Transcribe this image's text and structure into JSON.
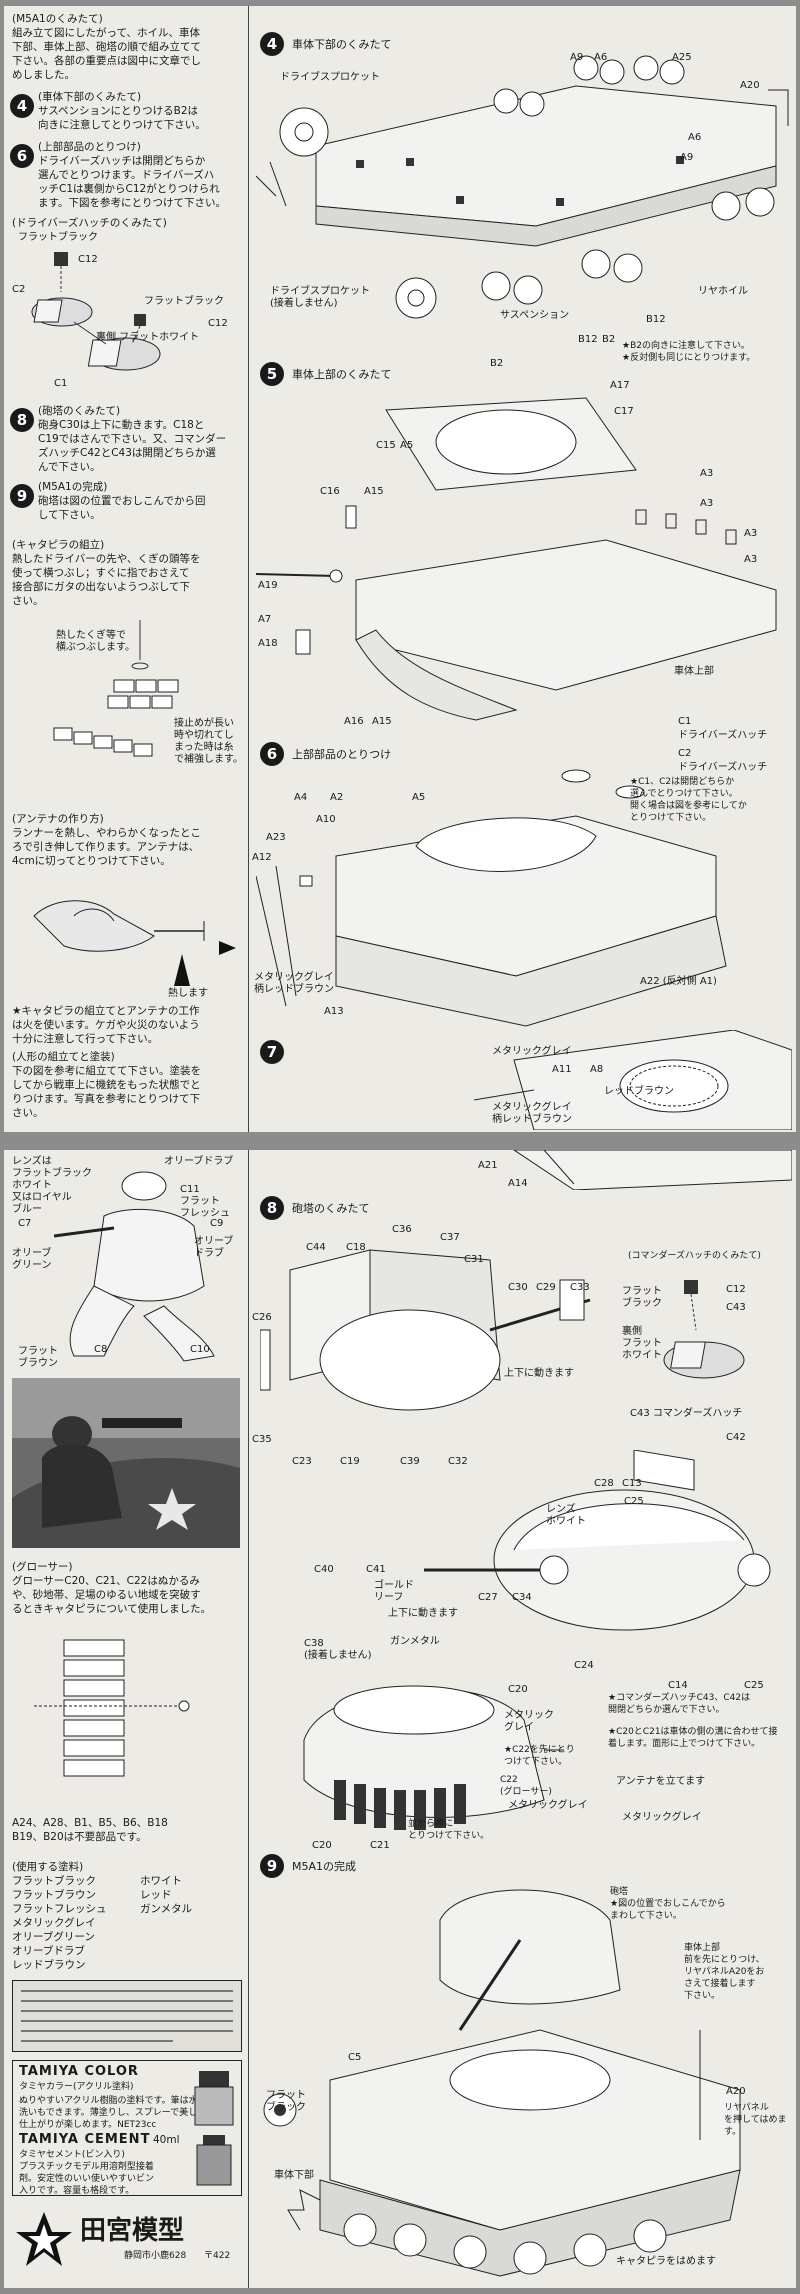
{
  "page1": {
    "left": {
      "intro_title": "(M5A1のくみたて)",
      "intro_body": "組み立て図にしたがって、ホイル、車体\n下部、車体上部、砲塔の順で組み立てて\n下さい。各部の重要点は図中に文章でし\nめしました。",
      "step4_num": "4",
      "step4_title": "(車体下部のくみたて)",
      "step4_body": "サスペンションにとりつけるB2は\n向きに注意してとりつけて下さい。",
      "step6_num": "6",
      "step6_title": "(上部部品のとりつけ)",
      "step6_body": "ドライバーズハッチは開閉どちらか\n選んでとりつけます。ドライバーズハ\nッチC1は裏側からC12がとりつけられ\nます。下図を参考にとりつけて下さい。",
      "hatch_title": "(ドライバーズハッチのくみたて)",
      "hatch_labels": [
        "フラットブラック",
        "C12",
        "C2",
        "フラットブラック",
        "C12",
        "裏側 フラットホワイト",
        "C1"
      ],
      "step8_num": "8",
      "step8_title": "(砲塔のくみたて)",
      "step8_body": "砲身C30は上下に動きます。C18と\nC19ではさんで下さい。又、コマンダー\nズハッチC42とC43は開閉どちらか選\nんで下さい。",
      "step9_num": "9",
      "step9_title": "(M5A1の完成)",
      "step9_body": "砲塔は図の位置でおしこんでから回\nして下さい。",
      "track_title": "(キャタピラの組立)",
      "track_body": "熱したドライバーの先や、くぎの頭等を\n使って横つぶし；すぐに指でおさえて\n接合部にガタの出ないようつぶして下\nさい。",
      "track_label1": "熱したくぎ等で\n横ぶつぶします。",
      "track_label2": "接止めが長い\n時や切れてし\nまった時は糸\nで補強します。",
      "antenna_title": "(アンテナの作り方)",
      "antenna_body": "ランナーを熱し、やわらかくなったとこ\nろで引き伸して作ります。アンテナは、\n4cmに切ってとりつけて下さい。",
      "antenna_label": "熱します",
      "warn_text": "★キャタピラの組立てとアンテナの工作\nは火を使います。ケガや火災のないよう\n十分に注意して行って下さい。",
      "figure_title": "(人形の組立てと塗装)",
      "figure_body": "下の図を参考に組立てて下さい。塗装を\nしてから戦車上に機銃をもった状態でと\nりつけます。写真を参考にとりつけて下\nさい。"
    },
    "s4": {
      "num": "4",
      "title": "車体下部のくみたて",
      "labels": [
        "ドライブスプロケット",
        "A9",
        "A6",
        "A25",
        "A20",
        "A6",
        "A9",
        "ドライブスプロケット\n(接着しません)",
        "サスペンション",
        "B12",
        "B2",
        "B12",
        "リヤホイル"
      ],
      "note": "★B2の向きに注意して下さい。\n★反対側も同じにとりつけます。",
      "b2": "B2"
    },
    "s5": {
      "num": "5",
      "title": "車体上部のくみたて",
      "labels": [
        "A17",
        "C17",
        "C15",
        "A5",
        "C16",
        "A15",
        "A3",
        "A3",
        "A3",
        "A3",
        "A19",
        "A7",
        "A18",
        "A16",
        "A15",
        "車体上部"
      ]
    },
    "s6": {
      "num": "6",
      "title": "上部部品のとりつけ",
      "labels": [
        "C1",
        "ドライバーズハッチ",
        "C2",
        "ドライバーズハッチ",
        "A4",
        "A2",
        "A5",
        "A10",
        "A23",
        "A12",
        "メタリックグレイ\n柄レッドブラウン",
        "A13",
        "A22 (反対側 A1)"
      ],
      "note": "★C1、C2は開閉どちらか\n選んでとりつけて下さい。\n開く場合は図を参考にしてか\nとりつけて下さい。"
    },
    "s7": {
      "num": "7",
      "labels": [
        "メタリックグレイ",
        "A11",
        "A8",
        "レッドブラウン",
        "メタリックグレイ\n柄レッドブラウン"
      ]
    }
  },
  "page2": {
    "left": {
      "fig_labels": [
        "レンズは\nフラットブラック\nホワイト\n又はロイヤル\nブルー",
        "オリーブドラブ",
        "C11\nフラット\nフレッシュ",
        "C7",
        "C9",
        "オリーブ\nドラブ",
        "オリーブ\nグリーン",
        "C8",
        "フラット\nブラウン",
        "C10"
      ],
      "grouser_title": "(グローサー)",
      "grouser_body": "グローサーC20、C21、C22はぬかるみ\nや、砂地帯、足場のゆるい地域を突破す\nるときキャタピラについて使用しました。",
      "unused": "A24、A28、B1、B5、B6、B18\nB19、B20は不要部品です。",
      "paint_title": "(使用する塗料)",
      "paints_col1": [
        "フラットブラック",
        "フラットブラウン",
        "フラットフレッシュ",
        "メタリックグレイ",
        "オリーブグリーン",
        "オリーブドラブ",
        "レッドブラウン"
      ],
      "paints_col2": [
        "ホワイト",
        "レッド",
        "ガンメタル"
      ],
      "tamiya_color_title": "TAMIYA COLOR",
      "tamiya_color_sub": "タミヤカラー(アクリル塗料)",
      "tamiya_color_body": "ぬりやすいアクリル樹脂の塗料です。筆は水\n洗いもできます。薄塗りし、スプレーで美しい\n仕上がりが楽しめます。NET23cc",
      "tamiya_cement_title": "TAMIYA CEMENT",
      "tamiya_cement_size": "40ml",
      "tamiya_cement_sub": "タミヤセメント(ビン入り)",
      "tamiya_cement_body": "プラスチックモデル用溶剤型接着\n剤。安定性のいい使いやすいビン\n入りです。容量も格段です。",
      "brand": "田宮模型",
      "address": "静岡市小鹿628",
      "code": "〒422"
    },
    "s8": {
      "num": "8",
      "title": "砲塔のくみたて",
      "labels": [
        "A21",
        "A14",
        "C36",
        "C37",
        "C44",
        "C18",
        "C31",
        "C30",
        "C29",
        "C33",
        "C26",
        "上下に動きます",
        "C35",
        "C23",
        "C19",
        "C39",
        "C32",
        "C28",
        "C13",
        "C25",
        "レンズ\nホワイト",
        "C40",
        "C41",
        "ゴールド\nリーフ",
        "上下に動きます",
        "C27",
        "C34",
        "ガンメタル",
        "C38\n(接着しません)",
        "C24",
        "C14",
        "C25",
        "C20",
        "メタリック\nグレイ"
      ],
      "cmd_title": "(コマンダーズハッチのくみたて)",
      "cmd_labels": [
        "フラット\nブラック",
        "C12",
        "C43",
        "裏側\nフラット\nホワイト",
        "C43 コマンダーズハッチ",
        "C42"
      ],
      "note_hatch": "★コマンダーズハッチC43、C42は\n開閉どちらか選んで下さい。",
      "note_c20": "★C20とC21は車体の側の溝に合わせて接\n着します。面形に上でつけて下さい。",
      "note_c22": "★C22を先にとり\nつけて下さい。",
      "c22": "C22\n(グローサー)",
      "antenna": "アンテナを立てます",
      "metal": "メタリックグレイ",
      "c20": "C20",
      "c21": "C21",
      "hang": "並から順に\nとりつけて下さい。",
      "metal2": "メタリックグレイ"
    },
    "s9": {
      "num": "9",
      "title": "M5A1の完成",
      "labels": [
        "C5",
        "フラット\nブラック",
        "車体下部",
        "A20",
        "キャタピラをはめます"
      ],
      "turret_note": "砲塔\n★図の位置でおしこんでから\nまわして下さい。",
      "track_note": "車体上部\n前を先にとりつけ、\nリヤパネルA20をお\nさえて接着します\n下さい。",
      "panel": "リヤパネル\nを押してはめます。"
    }
  }
}
